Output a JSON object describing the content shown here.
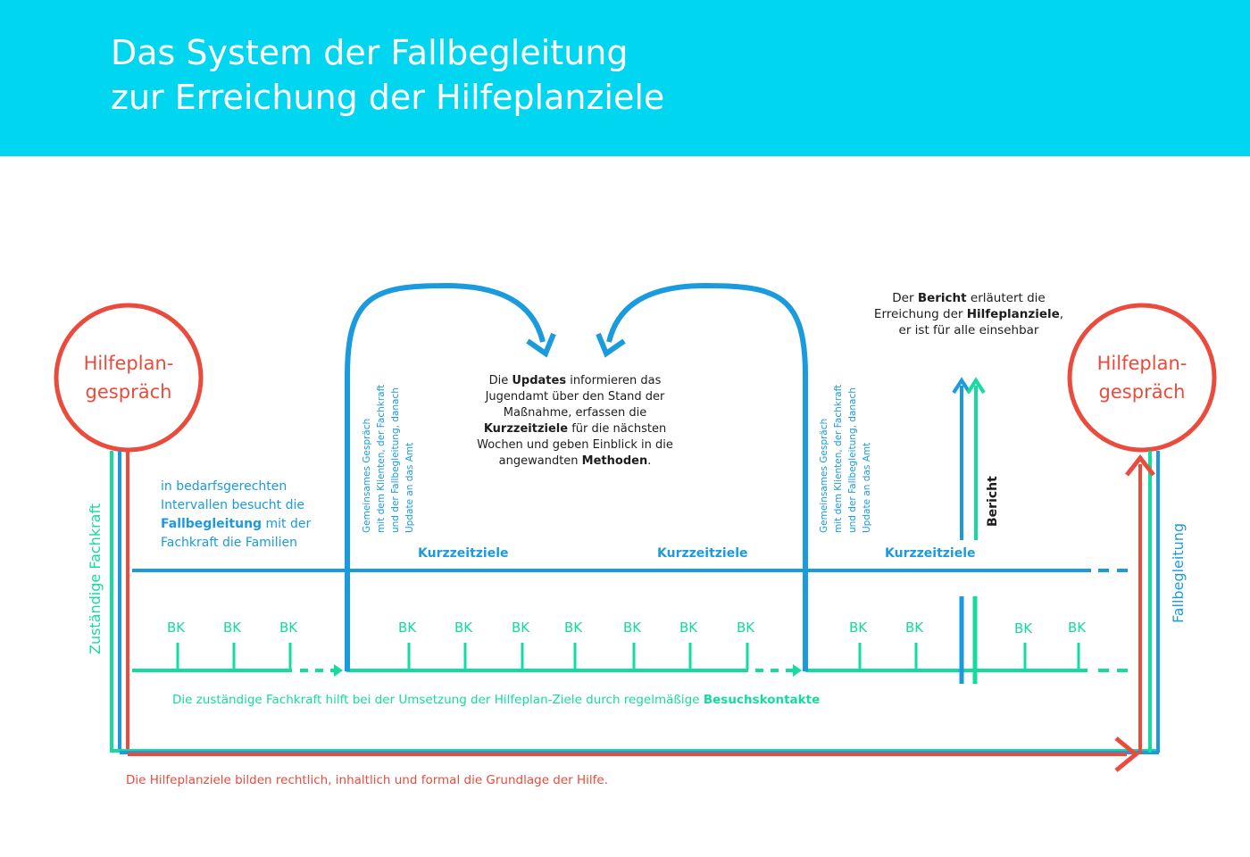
{
  "header": {
    "title_line1": "Das System der Fallbegleitung",
    "title_line2": "zur Erreichung der Hilfeplanziele"
  },
  "circle_left": {
    "line1": "Hilfeplan-",
    "line2": "gespräch"
  },
  "circle_right": {
    "line1": "Hilfeplan-",
    "line2": "gespräch"
  },
  "left_vertical_label": "Zuständige Fachkraft",
  "right_vertical_label": "Fallbegleitung",
  "fallbegleitung_note": {
    "line1": "in bedarfsgerechten",
    "line2": "Intervallen besucht die",
    "line3_bold": "Fallbegleitung",
    "line3_rest": " mit der",
    "line4": "Fachkraft die Familien"
  },
  "update_vertical_text": {
    "line1": "Gemeinsames Gespräch",
    "line2": "mit dem Klienten, der Fachkraft",
    "line3": "und der Fallbegleitung, danach",
    "line4": "Update an das Amt"
  },
  "center_note": {
    "p1": "Die ",
    "b1": "Updates",
    "p2": " informieren das Jugendamt über den Stand der Maßnahme, erfassen die ",
    "b2": "Kurzzeitziele",
    "p3": " für die nächsten Wochen und geben Einblick in die angewandten ",
    "b3": "Methoden",
    "p4": "."
  },
  "report_note": {
    "p1": "Der ",
    "b1": "Bericht",
    "p2": " erläutert die",
    "p3": "Erreichung der ",
    "b2": "Hilfeplanziele",
    "p4": ",",
    "p5": "er ist für alle einsehbar"
  },
  "bericht_label": "Bericht",
  "kurzzeitziele": [
    "Kurzzeitziele",
    "Kurzzeitziele",
    "Kurzzeitziele"
  ],
  "bk_label": "BK",
  "fachkraft_note": {
    "text": "Die zuständige Fachkraft hilft bei der Umsetzung der Hilfeplan-Ziele durch regelmäßige ",
    "bold": "Besuchskontakte"
  },
  "footer_note": "Die Hilfeplanziele bilden rechtlich, inhaltlich und formal die Grundlage der Hilfe.",
  "colors": {
    "header": "#00d6f0",
    "blue": "#1b9ade",
    "green": "#14dba0",
    "red": "#ea4b3c",
    "text": "#1d1d1b"
  }
}
